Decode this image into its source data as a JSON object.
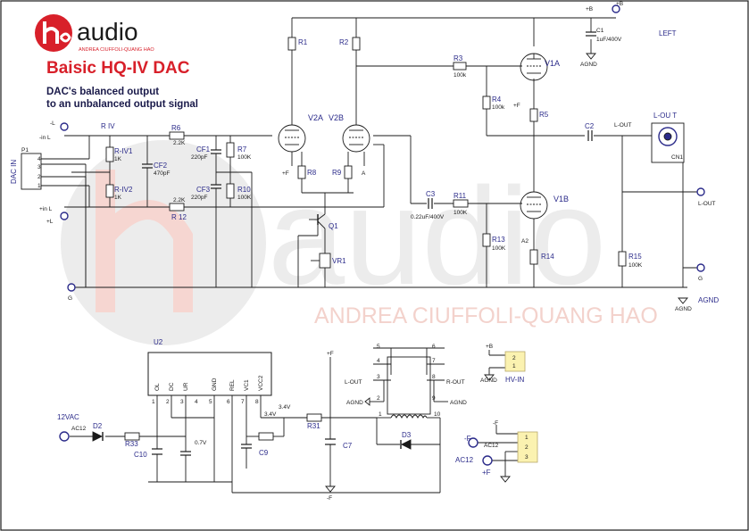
{
  "logo": {
    "brand": "audio",
    "tagline": "ANDREA CIUFFOLI-QUANG HAO"
  },
  "header": {
    "title": "Baisic HQ-IV DAC",
    "subtitle_line1": "DAC's balanced output",
    "subtitle_line2": "to an unbalanced output signal"
  },
  "watermark": {
    "brand": "audio",
    "tagline": "ANDREA CIUFFOLI-QUANG HAO"
  },
  "labels": {
    "left": "LEFT",
    "plus_b": "+B",
    "c1": "C1",
    "c1_val": "1uF/400V",
    "agnd": "AGND",
    "r1": "R1",
    "r2": "R2",
    "r3": "R3",
    "r3_val": "100k",
    "r4": "R4",
    "r4_val": "100k",
    "r5": "R5",
    "v1a": "V1A",
    "v2a": "V2A",
    "v2b": "V2B",
    "v1b": "V1B",
    "c2": "C2",
    "l_out_net": "L-OUT",
    "l_out_conn": "L-OU T",
    "cn1": "CN1",
    "p1": "P1",
    "dac_in": "DAC IN",
    "minus_l": "-L",
    "minus_in_l": "-in L",
    "plus_in_l": "+in L",
    "plus_l": "+L",
    "g": "G",
    "riv": "R IV",
    "riv1": "R-IV1",
    "riv1_val": "1K",
    "riv2": "R-IV2",
    "riv2_val": "1K",
    "r6": "R6",
    "r6_val": "2.2K",
    "r12": "R 12",
    "r12_val": "2.2K",
    "cf1": "CF1",
    "cf1_val": "220pF",
    "cf2": "CF2",
    "cf2_val": "470pF",
    "cf3": "CF3",
    "cf3_val": "220pF",
    "r7": "R7",
    "r7_val": "100K",
    "r10": "R10",
    "r10_val": "100K",
    "r8": "R8",
    "r9": "R9",
    "plus_f": "+F",
    "a": "A",
    "a2": "A2",
    "c3": "C3",
    "c3_val": "0.22uF/400V",
    "r11": "R11",
    "r11_val": "100K",
    "r13": "R13",
    "r13_val": "100K",
    "r14": "R14",
    "r15": "R15",
    "r15_val": "100K",
    "q1": "Q1",
    "vr1": "VR1",
    "u2": "U2",
    "u2_pins": [
      "OL",
      "DC",
      "UR",
      "GND",
      "REL",
      "VC1",
      "VCC2"
    ],
    "u2_pin_nums": [
      "1",
      "2",
      "3",
      "4",
      "5",
      "6",
      "7",
      "8"
    ],
    "v12vac": "12VAC",
    "ac12": "AC12",
    "d2": "D2",
    "r33": "R33",
    "c10": "C10",
    "v07": "0.7V",
    "v34a": "3.4V",
    "v34b": "3.4V",
    "c9": "C9",
    "r31": "R31",
    "c7": "C7",
    "minus_f": "-F",
    "d3": "D3",
    "relay_pins": [
      "5",
      "6",
      "4",
      "7",
      "3",
      "8",
      "2",
      "9",
      "1",
      "10"
    ],
    "r_out": "R-OUT",
    "hv_in": "HV-IN",
    "hv_pins": [
      "2",
      "1"
    ],
    "ac_pins": [
      "1",
      "2",
      "3"
    ],
    "ac12_big": "AC12"
  },
  "colors": {
    "wire": "#1a1a1a",
    "label": "#2b2b8a",
    "title_red": "#d8202a",
    "watermark": "#e8e8e8",
    "watermark_red": "#f3c9c3",
    "connector_fill": "#fbf2b0",
    "connector_stroke": "#b8a86a",
    "terminal": "#2b2b8a"
  }
}
